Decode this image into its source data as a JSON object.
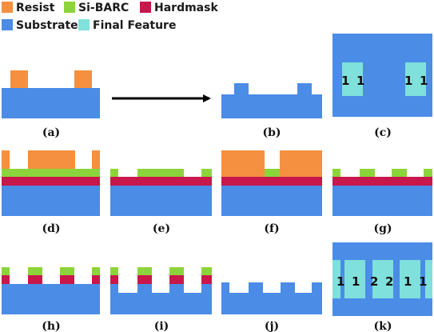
{
  "colors": {
    "resist": "#F4903F",
    "si_barc": "#8CD43C",
    "hardmask": "#C8174A",
    "substrate": "#4A8CE6",
    "final_feature": "#7FE0DC",
    "arrow": "#000000"
  },
  "legend": {
    "resist": "Resist",
    "si_barc": "Si-BARC",
    "hardmask": "Hardmask",
    "substrate": "Substrate",
    "final_feature": "Final Feature"
  },
  "captions": {
    "a": "(a)",
    "b": "(b)",
    "c": "(c)",
    "d": "(d)",
    "e": "(e)",
    "f": "(f)",
    "g": "(g)",
    "h": "(h)",
    "i": "(i)",
    "j": "(j)",
    "k": "(k)"
  },
  "panel_c_numbers": [
    "1",
    "1",
    "1",
    "1"
  ],
  "panel_k_numbers": [
    "1",
    "1",
    "2",
    "2",
    "1",
    "1"
  ]
}
